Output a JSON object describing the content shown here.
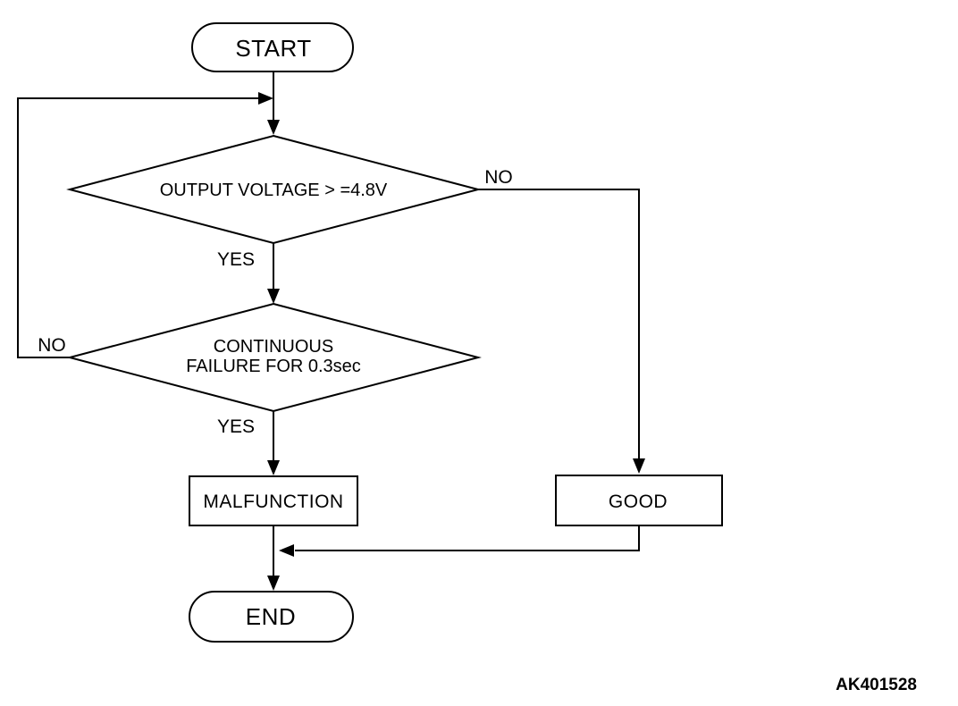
{
  "diagram": {
    "code_label": "AK401528",
    "colors": {
      "stroke": "#000000",
      "background": "#ffffff",
      "text": "#000000"
    },
    "nodes": {
      "start": {
        "type": "terminator",
        "label": "START"
      },
      "decision_voltage": {
        "type": "decision",
        "label": "OUTPUT VOLTAGE > =4.8V"
      },
      "decision_failure": {
        "type": "decision",
        "lines": [
          "CONTINUOUS",
          "FAILURE FOR 0.3sec"
        ]
      },
      "malfunction": {
        "type": "process",
        "label": "MALFUNCTION"
      },
      "good": {
        "type": "process",
        "label": "GOOD"
      },
      "end": {
        "type": "terminator",
        "label": "END"
      }
    },
    "edge_labels": {
      "voltage_no": "NO",
      "voltage_yes": "YES",
      "failure_no": "NO",
      "failure_yes": "YES"
    }
  }
}
